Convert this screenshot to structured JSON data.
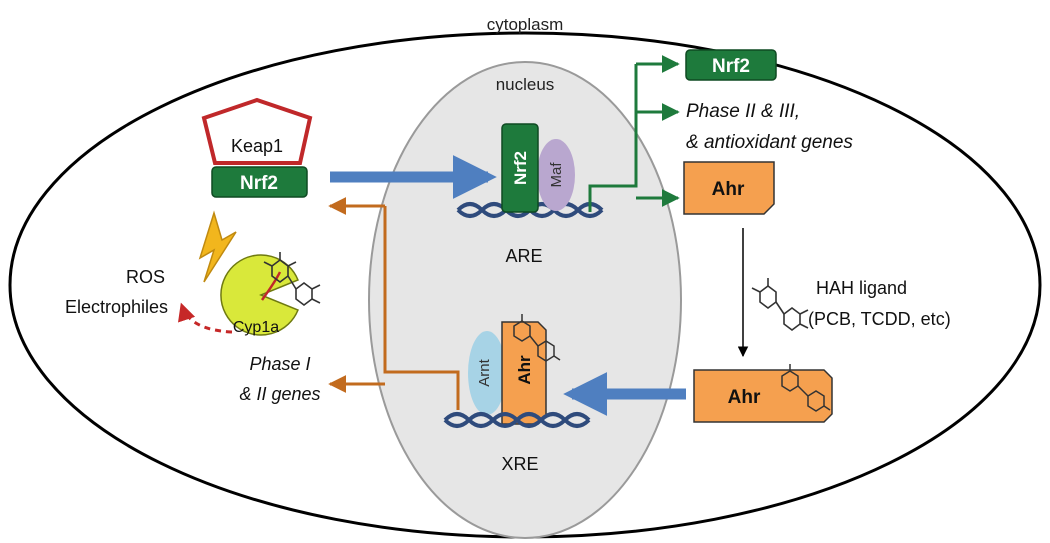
{
  "labels": {
    "cytoplasm": "cytoplasm",
    "nucleus": "nucleus",
    "keap1": "Keap1",
    "nrf2_cyto": "Nrf2",
    "ros": "ROS",
    "electrophiles": "Electrophiles",
    "cyp1a": "Cyp1a",
    "phase1_line1": "Phase I",
    "phase1_line2": "& II genes",
    "nrf2_nuclear": "Nrf2",
    "maf": "Maf",
    "are": "ARE",
    "arnt": "Arnt",
    "ahr_nuclear": "Ahr",
    "xre": "XRE",
    "nrf2_out": "Nrf2",
    "phase2_line1": "Phase II & III,",
    "phase2_line2": "& antioxidant genes",
    "ahr_out": "Ahr",
    "hah_line1": "HAH ligand",
    "hah_line2": "(PCB, TCDD, etc)",
    "ahr_ligand": "Ahr"
  },
  "colors": {
    "nrf2_green": "#1e7a3c",
    "keap1_red": "#c0282a",
    "ahr_orange": "#f5a04f",
    "arrow_blue": "#4f7fc0",
    "arrow_orange": "#c26b1e",
    "maf_purple": "#b9a7cf",
    "arnt_blue": "#a7d3e6",
    "nucleus_gray": "#e6e6e6",
    "cyp1a_yellow": "#d9e83a",
    "dna_blue": "#2f4b7c",
    "ros_red": "#c62828",
    "bolt_yellow": "#f2b61d"
  }
}
